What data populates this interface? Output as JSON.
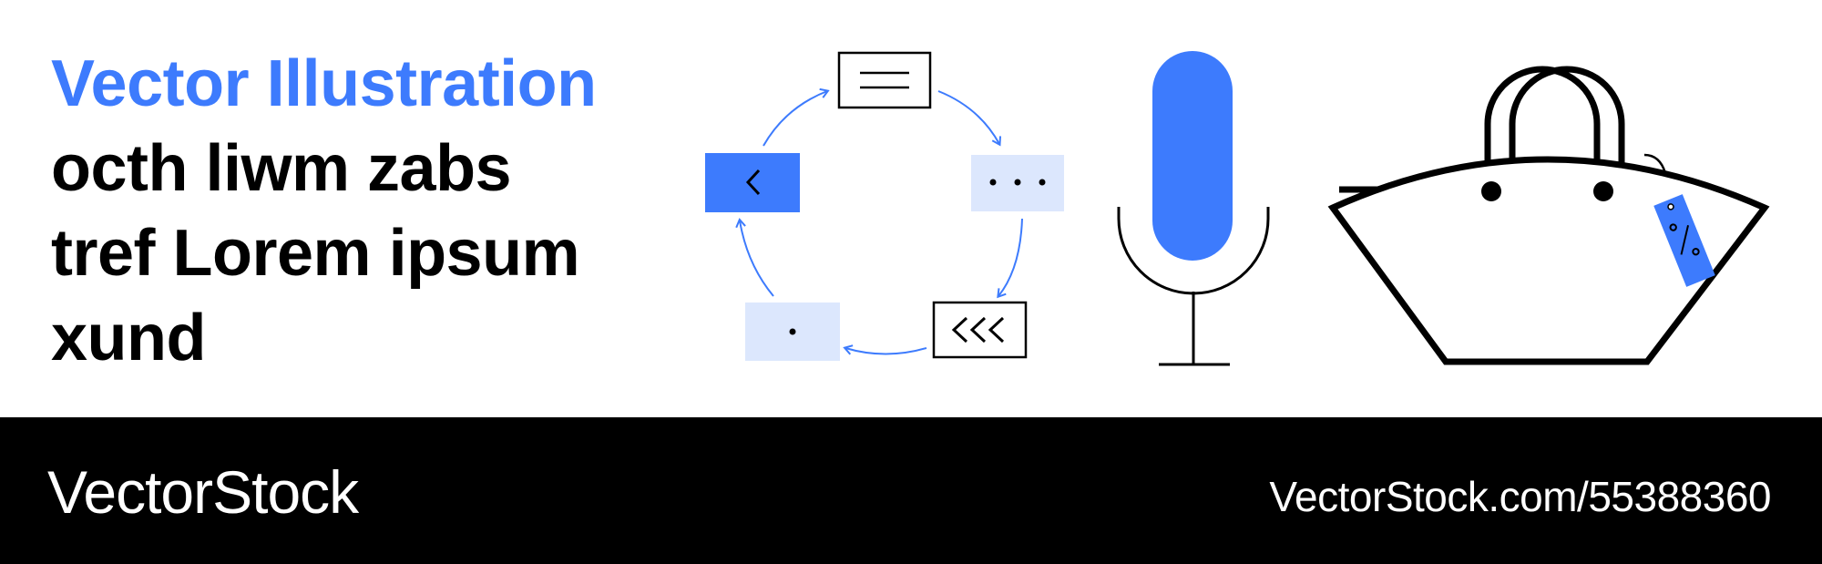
{
  "headline": {
    "title": "Vector Illustration",
    "lines": [
      "octh liwm zabs",
      "tref Lorem ipsum",
      "xund"
    ]
  },
  "footer": {
    "brand": "VectorStock",
    "url": "VectorStock.com/55388360"
  },
  "colors": {
    "accent": "#3d7bfd",
    "accent_light": "#dce7fd",
    "ink": "#000000",
    "background": "#ffffff"
  },
  "icons": [
    "cycle-diagram-icon",
    "microphone-icon",
    "shopping-bag-icon",
    "price-tag-icon"
  ]
}
